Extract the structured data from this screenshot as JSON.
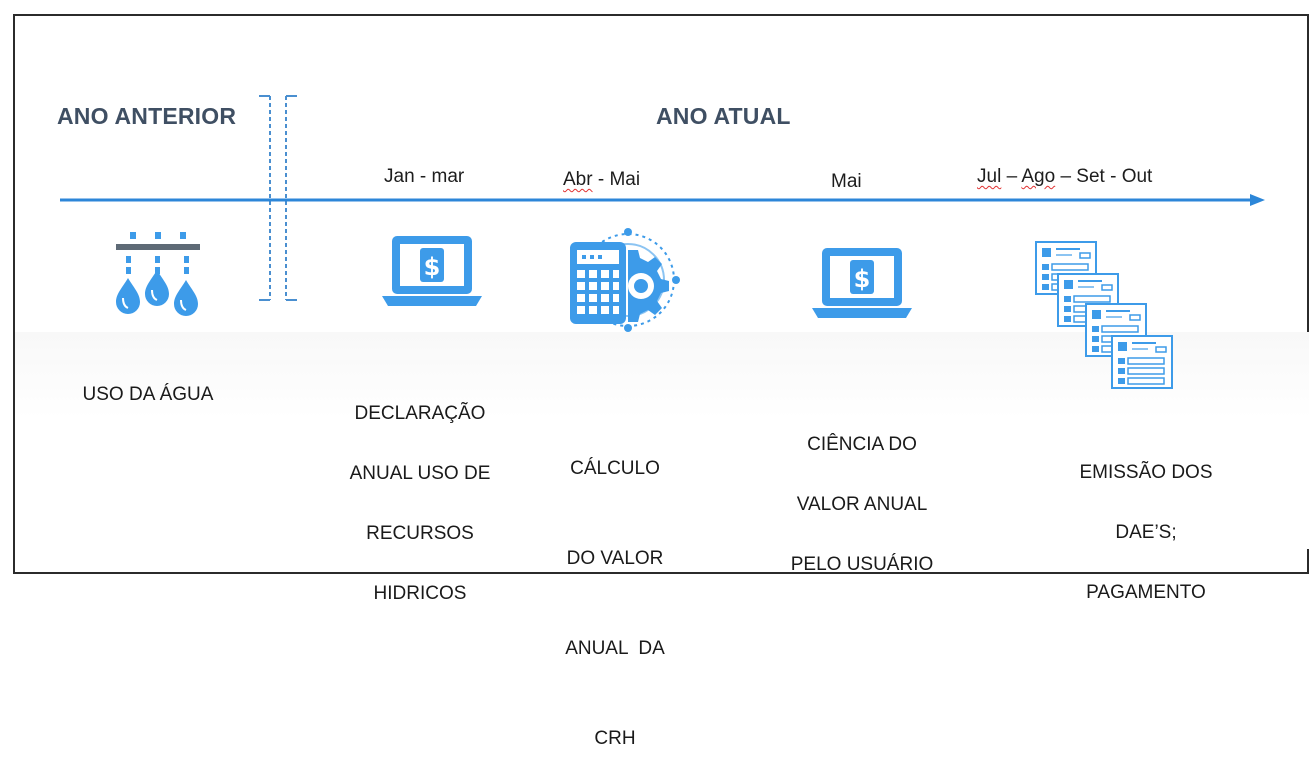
{
  "headers": {
    "previous_year": "ANO ANTERIOR",
    "current_year": "ANO ATUAL"
  },
  "periods": [
    {
      "parts": [
        "Jan - mar"
      ]
    },
    {
      "parts": [
        "Abr",
        " - Mai"
      ]
    },
    {
      "parts": [
        "Mai"
      ]
    },
    {
      "parts": [
        "Jul",
        " – ",
        "Ago",
        " – Set - Out"
      ]
    }
  ],
  "steps": [
    {
      "lines": [
        "USO DA ÁGUA"
      ]
    },
    {
      "lines": [
        "DECLARAÇÃO",
        "ANUAL USO DE",
        "RECURSOS",
        "HIDRICOS"
      ]
    },
    {
      "lines": [
        "CÁLCULO",
        "DO VALOR",
        "ANUAL  DA",
        "CRH"
      ]
    },
    {
      "lines": [
        "CIÊNCIA DO",
        "VALOR ANUAL",
        "PELO USUÁRIO"
      ]
    },
    {
      "lines": [
        "EMISSÃO DOS",
        "DAE’S;",
        "PAGAMENTO"
      ]
    }
  ],
  "icons": {
    "water_use": "water-drops-icon",
    "declaration": "laptop-dollar-icon",
    "calculation": "calculator-gear-icon",
    "notice": "laptop-dollar-icon",
    "payment": "documents-stack-icon"
  },
  "colors": {
    "accent_blue": "#2c86d8",
    "icon_blue": "#3d9be9",
    "header_gray": "#3f4f63",
    "divider_blue": "#4a8fd0"
  }
}
